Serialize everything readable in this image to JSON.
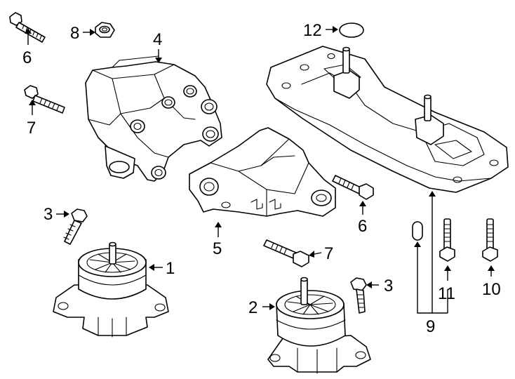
{
  "diagram": {
    "callouts": [
      {
        "id": "c6a",
        "label": "6"
      },
      {
        "id": "c8",
        "label": "8"
      },
      {
        "id": "c4",
        "label": "4"
      },
      {
        "id": "c12",
        "label": "12"
      },
      {
        "id": "c7a",
        "label": "7"
      },
      {
        "id": "c3a",
        "label": "3"
      },
      {
        "id": "c1",
        "label": "1"
      },
      {
        "id": "c5",
        "label": "5"
      },
      {
        "id": "c6b",
        "label": "6"
      },
      {
        "id": "c7b",
        "label": "7"
      },
      {
        "id": "c3b",
        "label": "3"
      },
      {
        "id": "c2",
        "label": "2"
      },
      {
        "id": "c11",
        "label": "11"
      },
      {
        "id": "c10",
        "label": "10"
      },
      {
        "id": "c9",
        "label": "9"
      }
    ]
  }
}
